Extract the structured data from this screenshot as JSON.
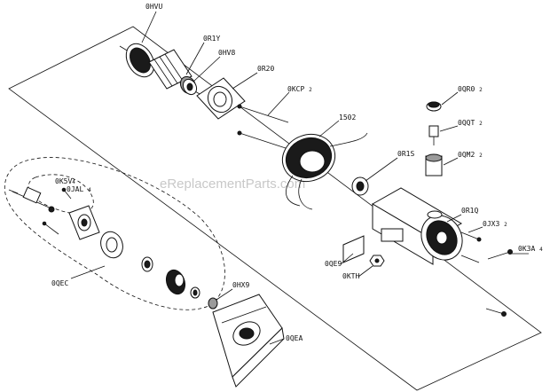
{
  "watermark": "eReplacementParts.com",
  "labels": {
    "armature": "0HVU",
    "bearing_top": "0R1Y",
    "washer_top": "0HV8",
    "bearing_plate": "0R20",
    "screw_long": "0KCP",
    "screw_long_qty": "2",
    "field": "1502",
    "bearing_mid": "0R1S",
    "cap": "0QR0",
    "cap_qty": "2",
    "brush": "0QQT",
    "brush_qty": "2",
    "brush_holder": "0QM2",
    "brush_holder_qty": "2",
    "housing": "0R1Q",
    "screw_housing": "0JX3",
    "screw_housing_qty": "2",
    "screw_end": "0K3A",
    "screw_end_qty": "4",
    "nameplate": "0QE9",
    "nut": "0KTH",
    "pin": "0K5V",
    "pin_qty": "4",
    "screw_small": "0JAL",
    "screw_small_qty": "4",
    "gear_assembly": "0QEC",
    "ring": "0HX9",
    "gear_case": "0QEA"
  }
}
